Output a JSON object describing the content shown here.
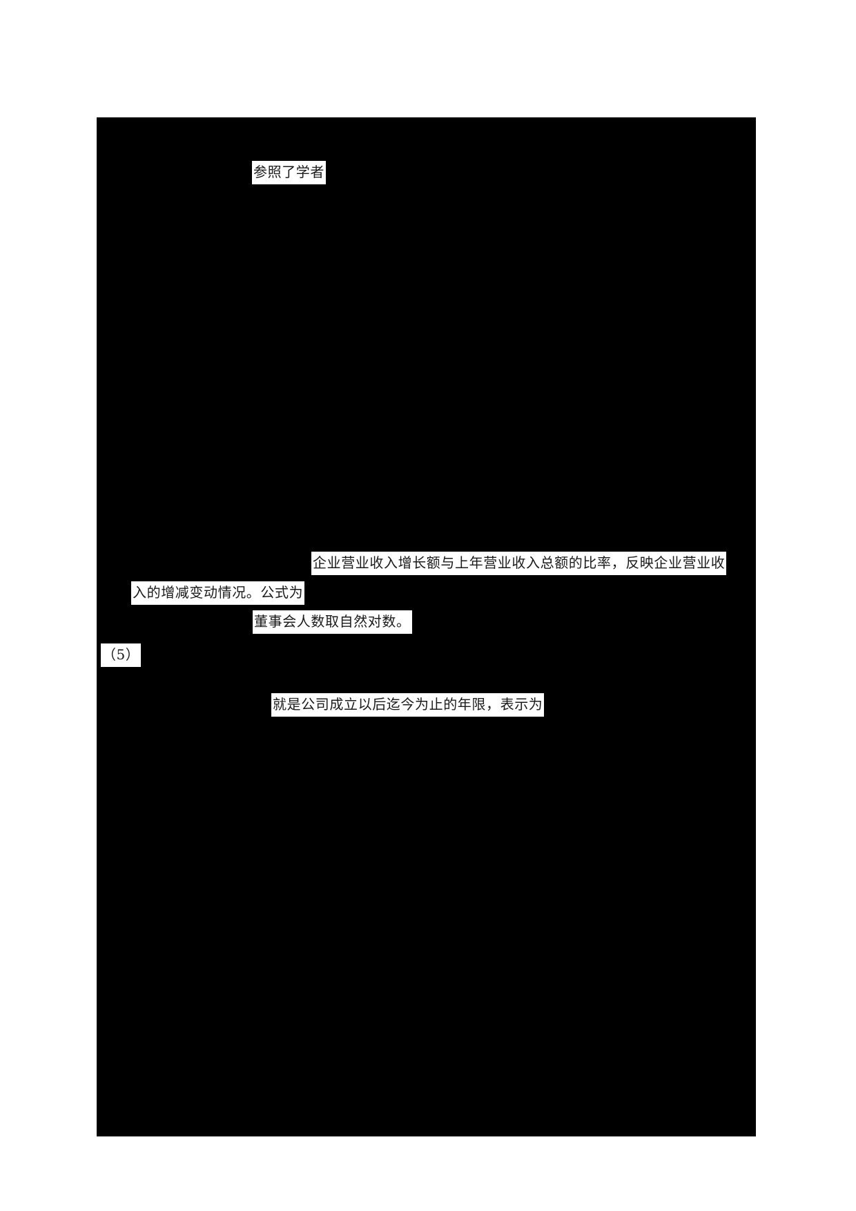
{
  "document": {
    "type": "redacted-document-page",
    "page_background": "#ffffff",
    "redaction_color": "#000000",
    "text_highlight_color": "#ffffff",
    "text_color": "#1a1a1a",
    "fragments": [
      {
        "id": "frag-scholar",
        "name": "text-fragment-scholar",
        "text": "参照了学者"
      },
      {
        "id": "frag-revenue-l1",
        "name": "text-fragment-revenue-growth-line-1",
        "text": "企业营业收入增长额与上年营业收入总额的比率，反映企业营业收"
      },
      {
        "id": "frag-revenue-l2",
        "name": "text-fragment-revenue-growth-line-2",
        "text": "入的增减变动情况。公式为"
      },
      {
        "id": "frag-board",
        "name": "text-fragment-board-size",
        "text": "董事会人数取自然对数。"
      },
      {
        "id": "frag-item5",
        "name": "text-fragment-list-marker-5",
        "text": "（5）"
      },
      {
        "id": "frag-age",
        "name": "text-fragment-firm-age",
        "text": "就是公司成立以后迄今为止的年限，表示为"
      }
    ]
  }
}
